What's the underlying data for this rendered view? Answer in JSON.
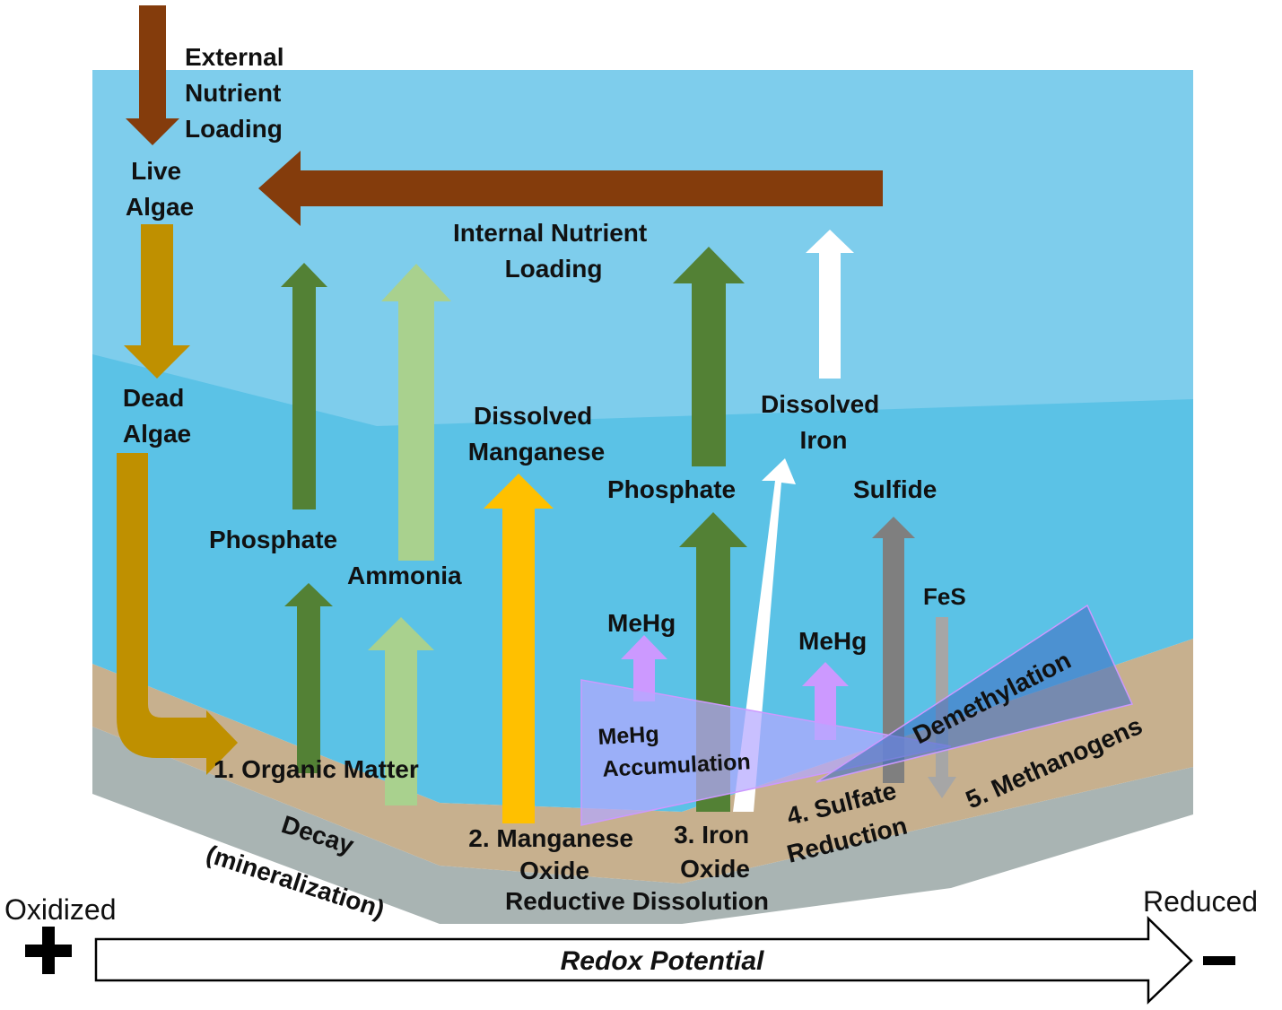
{
  "labels": {
    "external_loading": [
      "External",
      "Nutrient",
      "Loading"
    ],
    "live_algae": [
      "Live",
      "Algae"
    ],
    "internal_loading": [
      "Internal Nutrient",
      "Loading"
    ],
    "dead_algae": [
      "Dead",
      "Algae"
    ],
    "dissolved_manganese": [
      "Dissolved",
      "Manganese"
    ],
    "dissolved_iron": [
      "Dissolved",
      "Iron"
    ],
    "phosphate_left": "Phosphate",
    "phosphate_right": "Phosphate",
    "ammonia": "Ammonia",
    "sulfide": "Sulfide",
    "fes": "FeS",
    "mehg_1": "MeHg",
    "mehg_2": "MeHg",
    "mehg_accumulation": [
      "MeHg",
      "Accumulation"
    ],
    "demethylation": "Demethylation",
    "zone_1": [
      "1. Organic Matter",
      "Decay",
      "(mineralization)"
    ],
    "zone_2": [
      "2. Manganese",
      "Oxide"
    ],
    "zone_3": [
      "3. Iron",
      "Oxide"
    ],
    "reductive_dissolution": "Reductive Dissolution",
    "zone_4": [
      "4. Sulfate",
      "Reduction"
    ],
    "zone_5": "5. Methanogens",
    "oxidized": "Oxidized",
    "reduced": "Reduced",
    "redox_potential": "Redox Potential"
  },
  "colors": {
    "water_upper": "#7ecdec",
    "water_lower": "#5bc2e6",
    "sediment": "#c7b08e",
    "deep_sediment": "#a9b4b3",
    "brown_arrow": "#843c0c",
    "algae_arrow": "#bf9000",
    "phosphate_arrow": "#538135",
    "ammonia_arrow": "#a9d18e",
    "manganese_arrow": "#ffc000",
    "iron_arrow": "#ffffff",
    "sulfide_arrow": "#7f7f7f",
    "fes_arrow": "#a6a6a6",
    "mehg_arrow": "#cc99ff",
    "accumulation_wedge": "#b4a7ff",
    "demethylation_wedge": "#4472c4"
  }
}
